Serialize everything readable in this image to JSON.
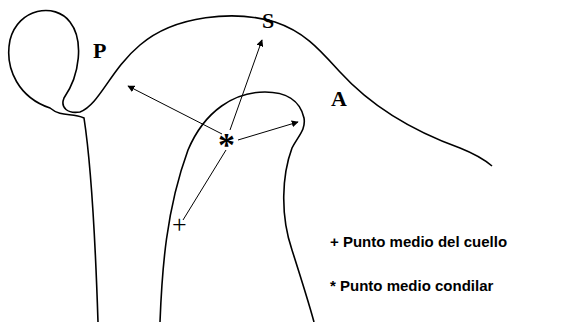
{
  "diagram": {
    "labels": [
      "P",
      "S",
      "A",
      "*",
      "+",
      "+ Punto medio del cuello",
      "* Punto medio condilar"
    ]
  }
}
